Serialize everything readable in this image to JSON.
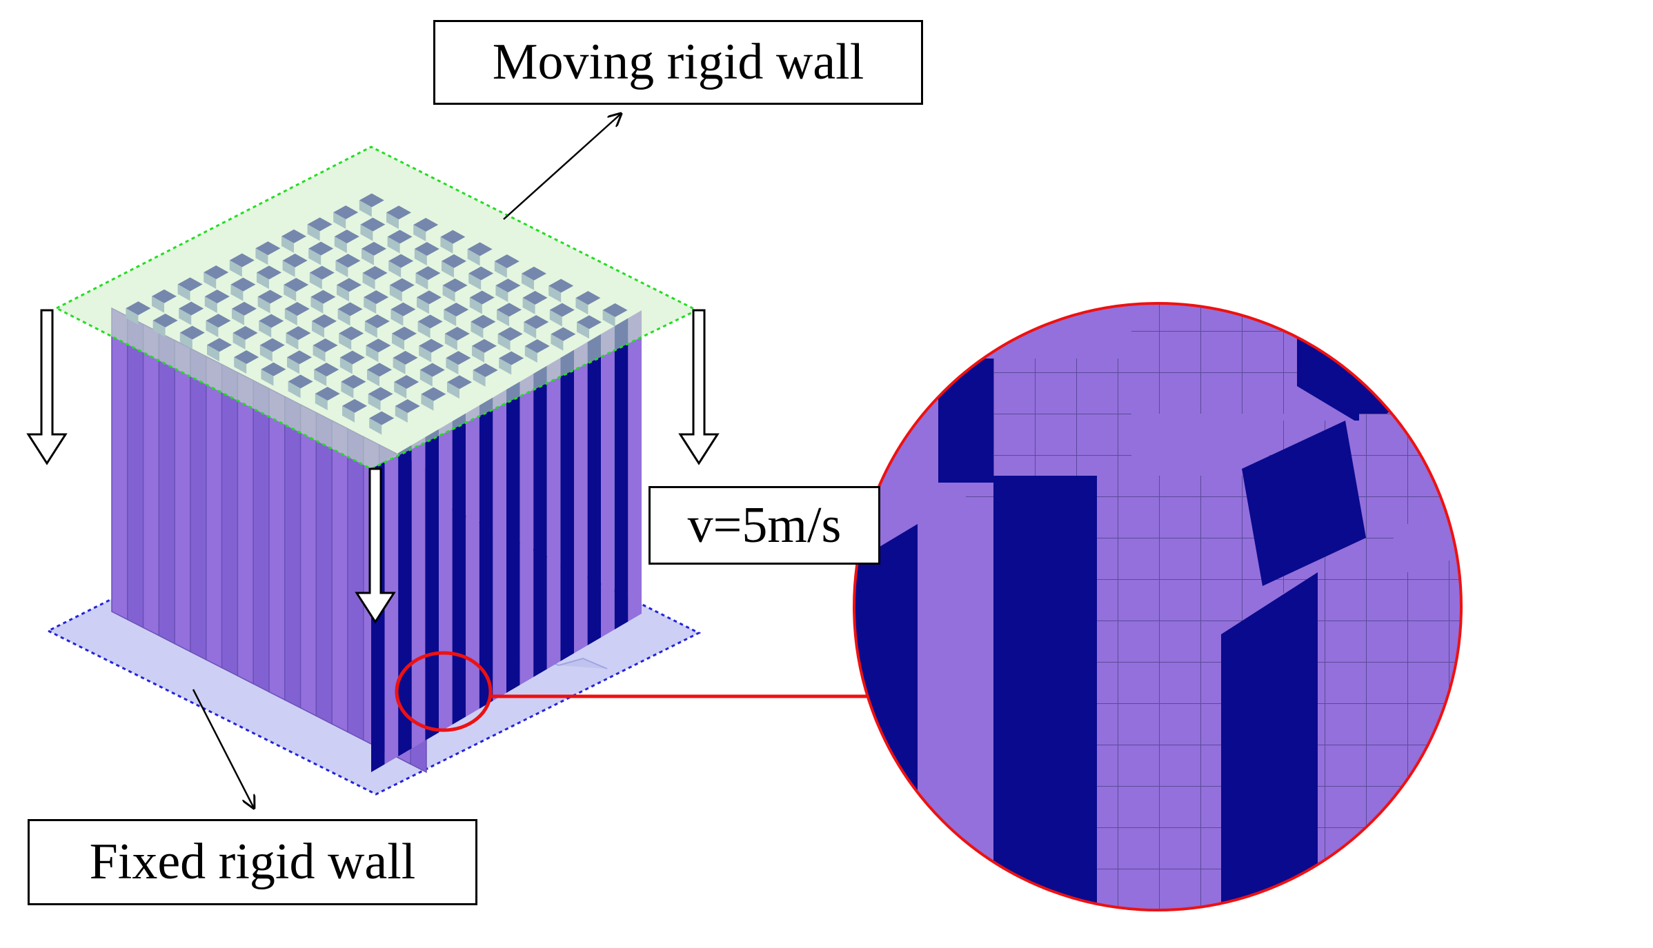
{
  "labels": {
    "moving_wall": "Moving rigid wall",
    "fixed_wall": "Fixed rigid wall",
    "velocity": "v=5m/s"
  },
  "colors": {
    "tube_light": "#9370DB",
    "tube_dark": "#0A0A8E",
    "tube_top": "#7F8FC7",
    "moving_plate": "#CDEFC5",
    "moving_edge": "#22DD22",
    "fixed_plate": "#CDD0F4",
    "fixed_edge": "#2222DD",
    "callout": "#EE1111",
    "mesh_line": "#5A4A99"
  },
  "icons": [
    "down-arrow-icon",
    "leader-line",
    "callout-circle",
    "pointer-arrow-icon"
  ]
}
